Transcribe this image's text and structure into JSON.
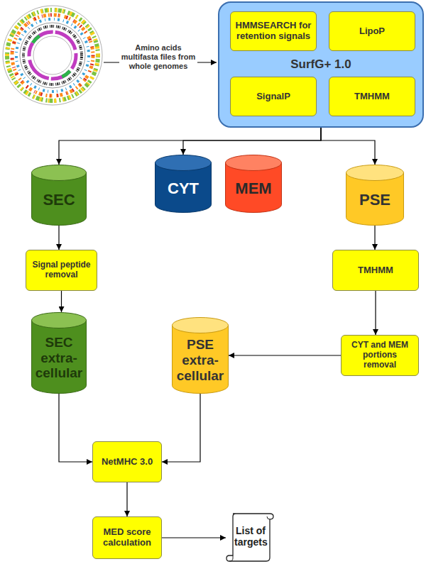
{
  "diagram": {
    "nodes": [
      {
        "text": [
          "SurfG+ 1.0"
        ]
      },
      {
        "text": [
          "HMMSEARCH for retention signals"
        ],
        "in": 0
      },
      {
        "text": [
          "LipoP"
        ],
        "in": 0
      },
      {
        "text": [
          "SignalP"
        ],
        "in": 0
      },
      {
        "text": [
          "TMHMM"
        ],
        "in": 0
      },
      {
        "text": [
          "SEC"
        ]
      },
      {
        "text": [
          "CYT"
        ]
      },
      {
        "text": [
          "MEM"
        ]
      },
      {
        "text": [
          "PSE"
        ]
      },
      {
        "text": [
          "Signal peptide removal"
        ]
      },
      {
        "text": [
          "TMHMM"
        ]
      },
      {
        "text": [
          "SEC extra-cellular"
        ]
      },
      {
        "text": [
          "CYT and MEM portions removal"
        ]
      },
      {
        "text": [
          "PSE extra-cellular"
        ]
      },
      {
        "text": [
          "NetMHC 3.0"
        ]
      },
      {
        "text": [
          "MED score calculation"
        ]
      },
      {
        "text": [
          "List of targets"
        ]
      }
    ],
    "edges": [
      {
        "from": 0,
        "to": 5,
        "arrow": "to"
      },
      {
        "from": 0,
        "to": 6,
        "arrow": "to"
      },
      {
        "from": 0,
        "to": 8,
        "arrow": "to"
      },
      {
        "from": 5,
        "to": 9,
        "arrow": "to"
      },
      {
        "from": 9,
        "to": 11,
        "arrow": "to"
      },
      {
        "from": 8,
        "to": 10,
        "arrow": "to"
      },
      {
        "from": 10,
        "to": 12,
        "arrow": "to"
      },
      {
        "from": 12,
        "to": 13,
        "arrow": "to"
      },
      {
        "from": 11,
        "to": 14,
        "arrow": "to"
      },
      {
        "from": 13,
        "to": 14,
        "arrow": "to"
      },
      {
        "from": 14,
        "to": 15,
        "arrow": "to"
      },
      {
        "from": 15,
        "to": 16,
        "arrow": "to"
      }
    ],
    "labels": [
      "Amino acids multifasta files from whole genomes"
    ]
  }
}
